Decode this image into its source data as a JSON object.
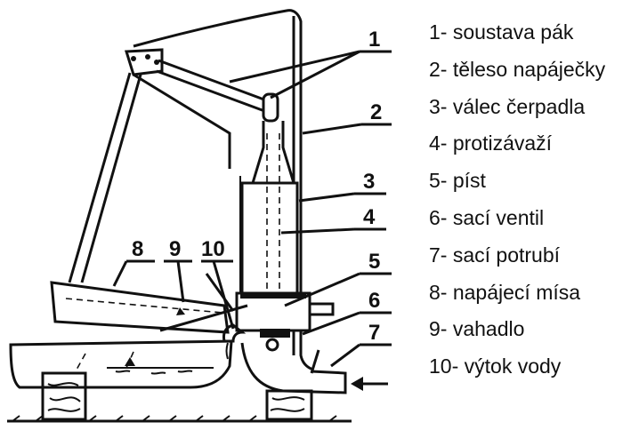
{
  "callouts": [
    "1",
    "2",
    "3",
    "4",
    "5",
    "6",
    "7",
    "8",
    "9",
    "10"
  ],
  "legend": [
    "1- soustava pák",
    "2- těleso napáječky",
    "3- válec čerpadla",
    "4- protizávaží",
    "5- píst",
    "6- sací ventil",
    "7- sací potrubí",
    "8- napájecí mísa",
    "9- vahadlo",
    "10- výtok vody"
  ]
}
